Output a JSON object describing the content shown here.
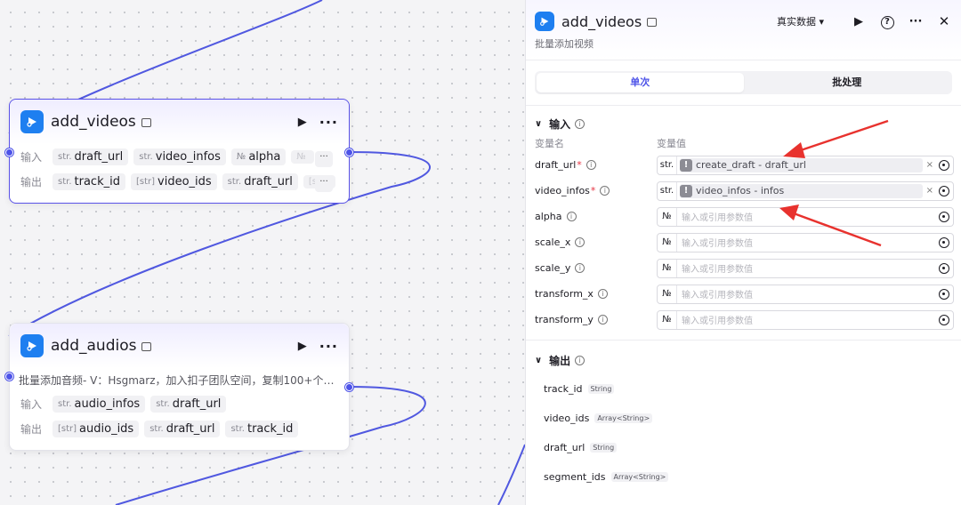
{
  "nodes": {
    "add_videos": {
      "title": "add_videos",
      "input_label": "输入",
      "output_label": "输出",
      "inputs": [
        {
          "type": "str.",
          "name": "draft_url"
        },
        {
          "type": "str.",
          "name": "video_infos"
        },
        {
          "type": "№",
          "name": "alpha"
        },
        {
          "type": "№",
          "name": ""
        }
      ],
      "outputs": [
        {
          "type": "str.",
          "name": "track_id"
        },
        {
          "type": "[str]",
          "name": "video_ids"
        },
        {
          "type": "str.",
          "name": "draft_url"
        },
        {
          "type": "[str]",
          "name": ""
        }
      ],
      "more": "···"
    },
    "add_audios": {
      "title": "add_audios",
      "description": "批量添加音频- V：Hsgmarz，加入扣子团队空间，复制100+个…",
      "input_label": "输入",
      "output_label": "输出",
      "inputs": [
        {
          "type": "str.",
          "name": "audio_infos"
        },
        {
          "type": "str.",
          "name": "draft_url"
        }
      ],
      "outputs": [
        {
          "type": "[str]",
          "name": "audio_ids"
        },
        {
          "type": "str.",
          "name": "draft_url"
        },
        {
          "type": "str.",
          "name": "track_id"
        }
      ]
    }
  },
  "panel": {
    "title": "add_videos",
    "subtitle": "批量添加视频",
    "data_mode": "真实数据",
    "tabs": [
      {
        "label": "单次",
        "active": true
      },
      {
        "label": "批处理",
        "active": false
      }
    ],
    "input_section": "输入",
    "col_name": "变量名",
    "col_value": "变量值",
    "placeholder": "输入或引用参数值",
    "params": [
      {
        "name": "draft_url",
        "required": true,
        "type": "str.",
        "ref": "create_draft - draft_url"
      },
      {
        "name": "video_infos",
        "required": true,
        "type": "str.",
        "ref": "video_infos - infos"
      },
      {
        "name": "alpha",
        "required": false,
        "type": "№",
        "ref": ""
      },
      {
        "name": "scale_x",
        "required": false,
        "type": "№",
        "ref": ""
      },
      {
        "name": "scale_y",
        "required": false,
        "type": "№",
        "ref": ""
      },
      {
        "name": "transform_x",
        "required": false,
        "type": "№",
        "ref": ""
      },
      {
        "name": "transform_y",
        "required": false,
        "type": "№",
        "ref": ""
      }
    ],
    "output_section": "输出",
    "outputs": [
      {
        "name": "track_id",
        "type": "String"
      },
      {
        "name": "video_ids",
        "type": "Array<String>"
      },
      {
        "name": "draft_url",
        "type": "String"
      },
      {
        "name": "segment_ids",
        "type": "Array<String>"
      }
    ]
  },
  "colors": {
    "accent": "#4d53e8",
    "edge": "#5058e0",
    "annotation_arrow": "#e8322e",
    "logo": "#1e7ff0"
  }
}
